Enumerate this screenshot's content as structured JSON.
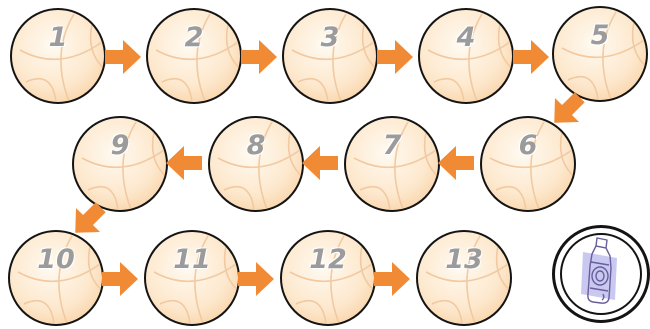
{
  "board": {
    "tiles": [
      {
        "label": "1"
      },
      {
        "label": "2"
      },
      {
        "label": "3"
      },
      {
        "label": "4"
      },
      {
        "label": "5"
      },
      {
        "label": "6"
      },
      {
        "label": "7"
      },
      {
        "label": "8"
      },
      {
        "label": "9"
      },
      {
        "label": "10"
      },
      {
        "label": "11"
      },
      {
        "label": "12"
      },
      {
        "label": "13"
      }
    ],
    "path_order": "1 → 5 across the top row, down to 6, 6 → 9 right-to-left, down to 10, 10 → 13",
    "bonus": {
      "icon": "water-bottle-icon"
    }
  },
  "colors": {
    "arrow": "#f08a35",
    "number": "#9b9b9b",
    "ball_fill": "#fde8cd",
    "ball_outline": "#141414",
    "bonus_bg": "#c8c8f0",
    "bottle_outline": "#6a5f9a"
  }
}
